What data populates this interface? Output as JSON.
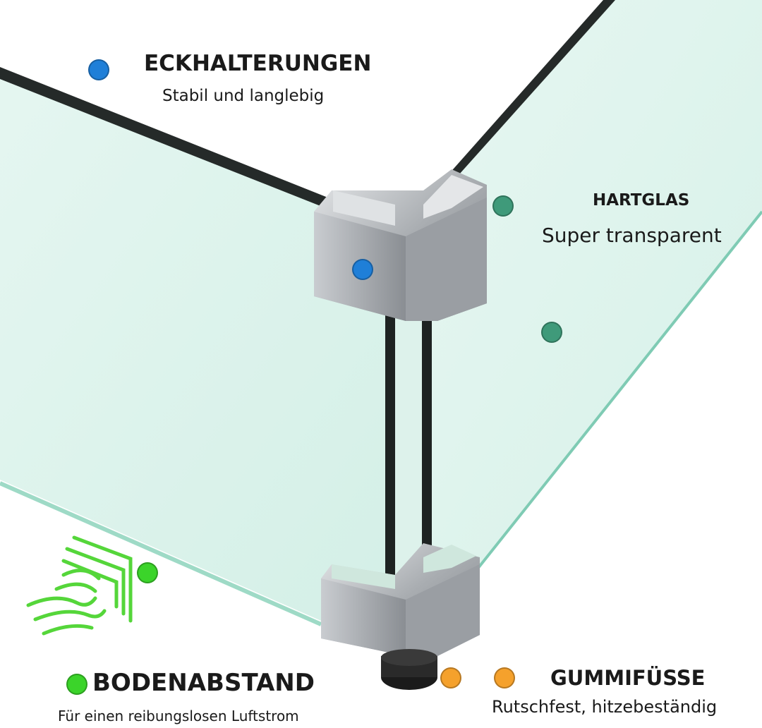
{
  "features": {
    "corner": {
      "title": "ECKHALTERUNGEN",
      "subtitle": "Stabil und langlebig"
    },
    "glass": {
      "title": "HARTGLAS",
      "subtitle": "Super transparent"
    },
    "clearance": {
      "title": "BODENABSTAND",
      "subtitle": "Für einen reibungslosen Luftstrom"
    },
    "feet": {
      "title": "GUMMIFÜSSE",
      "subtitle": "Rutschfest, hitzebeständig"
    }
  },
  "colors": {
    "corner_dot": "#1f7fd8",
    "glass_dot": "#3f9a7a",
    "clearance_dot": "#3bd42a",
    "feet_dot": "#f5a12c",
    "glass_tint": "#d9f1ea",
    "glass_edge": "#2a2f2e",
    "bracket": "#b9bcbf",
    "airflow_icon": "#55d63a"
  },
  "icons": {
    "airflow": "airflow-icon"
  }
}
